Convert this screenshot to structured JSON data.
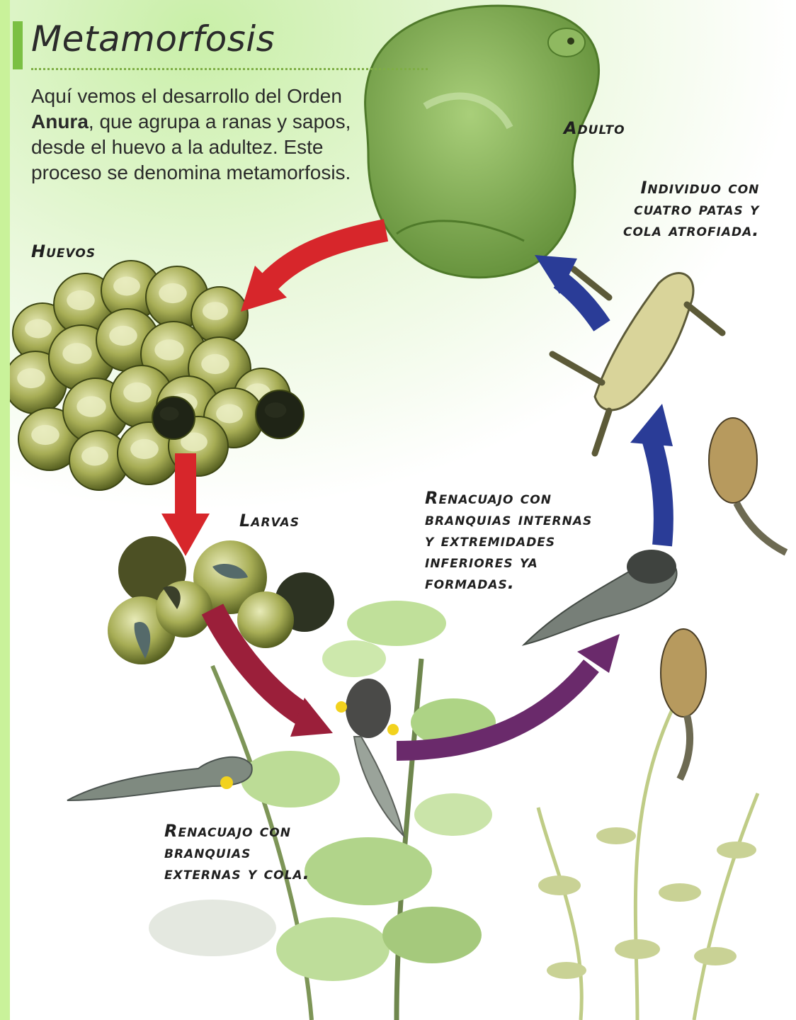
{
  "title": "Metamorfosis",
  "intro": {
    "before": "Aquí vemos el desarrollo del Orden ",
    "bold": "Anura",
    "after": ", que agrupa a ranas y sapos, desde el huevo a la adultez. Este proceso se denomina metamorfosis."
  },
  "labels": {
    "adult": "Adulto",
    "eggs": "Huevos",
    "larvae": "Larvas",
    "four_legs": "Individuo con\ncuatro patas y\ncola atrofiada.",
    "internal_gills": "Renacuajo con\nbranquias internas\ny extremidades\ninferiores ya\nformadas.",
    "external_gills": "Renacuajo con\nbranquias\nexternas y cola."
  },
  "colors": {
    "accent_green": "#7bc043",
    "frog_green": "#7ca84a",
    "egg_dark": "#4d5a20",
    "arrow_red": "#d7262b",
    "arrow_maroon": "#9b1f3a",
    "arrow_purple": "#6a2a6b",
    "arrow_blue": "#2a3c97"
  }
}
